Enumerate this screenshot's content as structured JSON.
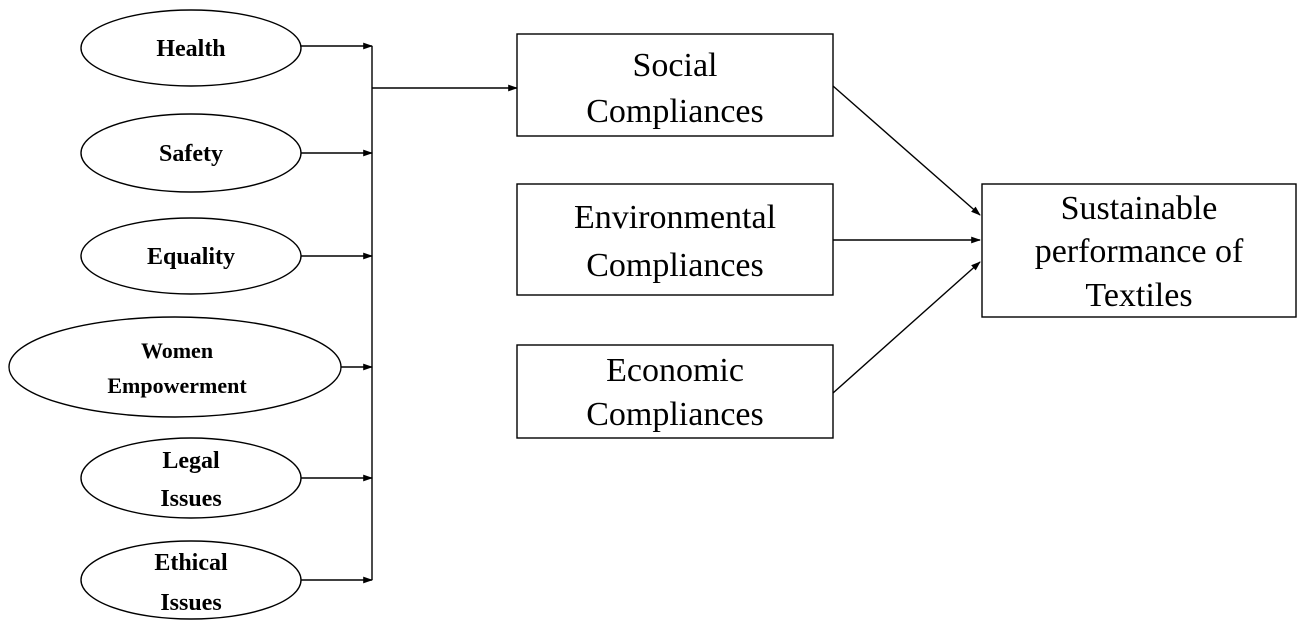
{
  "factors": [
    {
      "id": "health",
      "lines": [
        "Health"
      ]
    },
    {
      "id": "safety",
      "lines": [
        "Safety"
      ]
    },
    {
      "id": "equality",
      "lines": [
        "Equality"
      ]
    },
    {
      "id": "women-empowerment",
      "lines": [
        "Women",
        "Empowerment"
      ]
    },
    {
      "id": "legal-issues",
      "lines": [
        "Legal",
        "Issues"
      ]
    },
    {
      "id": "ethical-issues",
      "lines": [
        "Ethical",
        "Issues"
      ]
    }
  ],
  "compliances": [
    {
      "id": "social",
      "lines": [
        "Social",
        "Compliances"
      ]
    },
    {
      "id": "environmental",
      "lines": [
        "Environmental",
        "Compliances"
      ]
    },
    {
      "id": "economic",
      "lines": [
        "Economic",
        "Compliances"
      ]
    }
  ],
  "outcome": {
    "id": "sustainable-performance",
    "lines": [
      "Sustainable",
      "performance of",
      "Textiles"
    ]
  },
  "colors": {
    "stroke": "#000000",
    "fill": "#ffffff"
  }
}
